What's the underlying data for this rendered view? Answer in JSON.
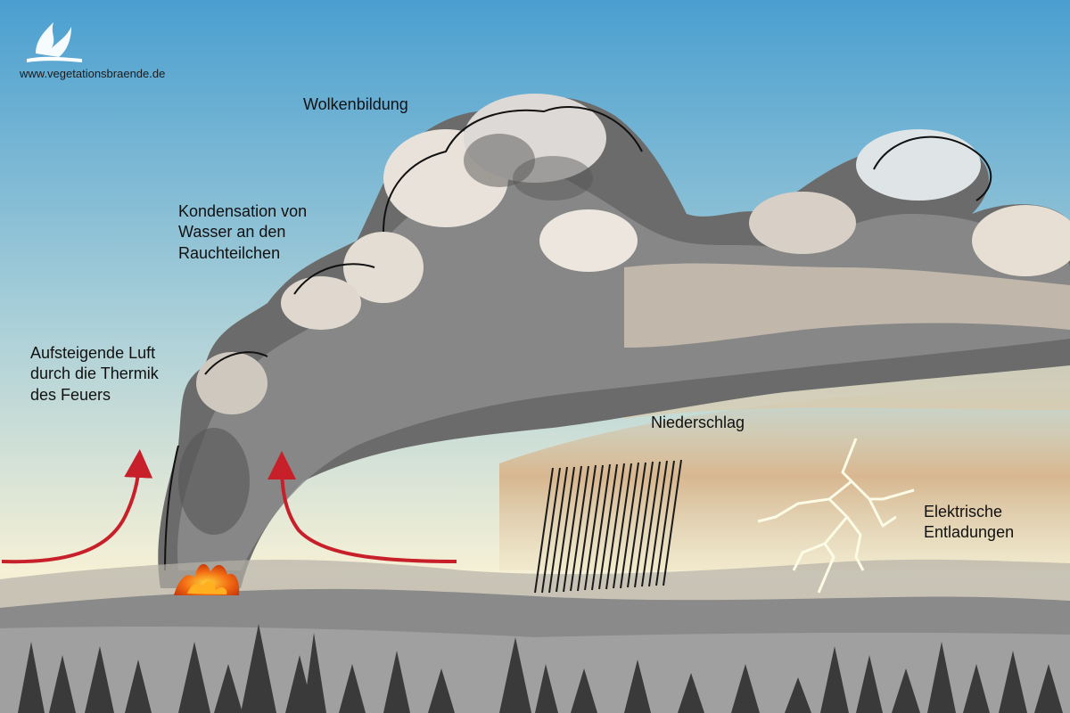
{
  "website": "www.vegetationsbraende.de",
  "labels": {
    "cloud_formation": "Wolkenbildung",
    "condensation": "Kondensation von\nWasser an den\nRauchteilchen",
    "rising_air": "Aufsteigende Luft\ndurch die Thermik\ndes Feuers",
    "precipitation": "Niederschlag",
    "electric_discharge": "Elektrische\nEntladungen"
  },
  "colors": {
    "sky_top": "#4a9fd0",
    "sky_bottom": "#f5f0d6",
    "arrow": "#c8202a",
    "fire": "#f0701a",
    "ground": "#8a8a8a",
    "trees": "#3a3a3a",
    "smoke_dark": "#5a5a5a",
    "cloud_light": "#e8e2da"
  },
  "icons": [
    "logo-flame-tree-icon",
    "fire-icon",
    "lightning-icon",
    "rising-air-arrow-icon"
  ]
}
